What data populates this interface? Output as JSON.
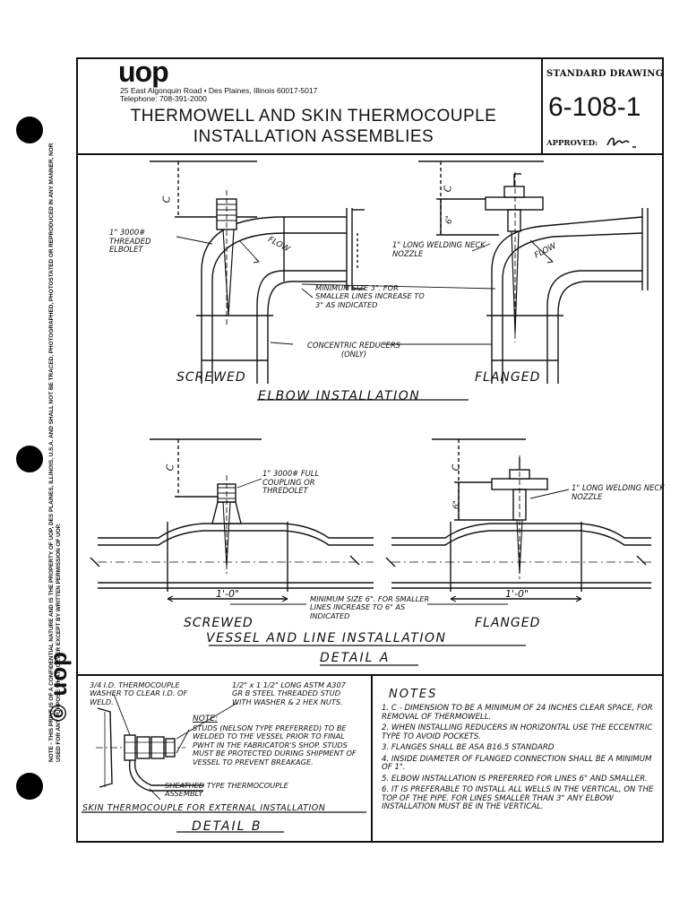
{
  "header": {
    "logo": "uop",
    "address": "25 East Algonquin Road • Des Plaines, Illinois 60017-5017",
    "telephone": "Telephone: 708-391-2000",
    "title_line1": "THERMOWELL AND SKIN THERMOCOUPLE",
    "title_line2": "INSTALLATION ASSEMBLIES",
    "standard_label": "STANDARD DRAWING",
    "drawing_number": "6-108-1",
    "approved_label": "APPROVED:"
  },
  "side_notice": "NOTE - THIS PRINT IS OF A CONFIDENTIAL NATURE AND IS THE PROPERTY OF UOP, DES PLAINES, ILLINOIS, U.S.A. AND SHALL NOT BE TRACED, PHOTOGRAPHED, PHOTOSTATED OR REPRODUCED IN ANY MANNER, NOR USED FOR ANY PURPOSE WHATSOEVER EXCEPT BY WRITTEN PERMISSION OF UOP.",
  "side_logo": "© uop",
  "elbow": {
    "dim_c_left": "C",
    "dim_c_right": "C",
    "dim_6_right": "6\"",
    "label_elbolet": "1\" 3000# THREADED ELBOLET",
    "label_flow_left": "FLOW",
    "label_flow_right": "FLOW",
    "label_welding_neck": "1\" LONG WELDING NECK NOZZLE",
    "label_minimum": "MINIMUM SIZE 3\". FOR SMALLER LINES INCREASE TO 3\" AS INDICATED",
    "label_reducers": "CONCENTRIC REDUCERS (ONLY)",
    "label_screwed": "SCREWED",
    "label_flanged": "FLANGED",
    "section_title": "ELBOW INSTALLATION"
  },
  "vessel": {
    "dim_c_left": "C",
    "dim_c_right": "C",
    "dim_6_right": "6\"",
    "label_coupling": "1\" 3000# FULL COUPLING OR THREDOLET",
    "label_welding_neck": "1\" LONG WELDING NECK NOZZLE",
    "dim_left": "1'-0\"",
    "dim_right": "1'-0\"",
    "label_minimum": "MINIMUM SIZE 6\". FOR SMALLER LINES INCREASE TO 6\" AS INDICATED",
    "label_screwed": "SCREWED",
    "label_flanged": "FLANGED",
    "section_title": "VESSEL AND LINE INSTALLATION",
    "detail_title": "DETAIL A"
  },
  "detail_b": {
    "label_washer": "3/4 I.D. THERMOCOUPLE WASHER TO CLEAR I.D. OF WELD.",
    "label_stud": "1/2\" x 1 1/2\" LONG ASTM A307 GR B STEEL THREADED STUD WITH WASHER & 2 HEX NUTS.",
    "note_head": "NOTE:",
    "note_text": "STUDS (NELSON TYPE PREFERRED) TO BE WELDED TO THE VESSEL PRIOR TO FINAL PWHT IN THE FABRICATOR'S SHOP. STUDS MUST BE PROTECTED DURING SHIPMENT OF VESSEL TO PREVENT BREAKAGE.",
    "label_sheathed": "SHEATHED TYPE THERMOCOUPLE ASSEMBLY",
    "section_title": "SKIN THERMOCOUPLE FOR EXTERNAL INSTALLATION",
    "detail_title": "DETAIL B"
  },
  "notes": {
    "heading": "NOTES",
    "items": [
      "1. C - DIMENSION TO BE A MINIMUM OF 24 INCHES CLEAR SPACE, FOR REMOVAL OF THERMOWELL.",
      "2. WHEN INSTALLING REDUCERS IN HORIZONTAL USE THE ECCENTRIC TYPE TO AVOID POCKETS.",
      "3. FLANGES SHALL BE ASA B16.5 STANDARD",
      "4. INSIDE DIAMETER OF FLANGED CONNECTION SHALL BE A MINIMUM OF 1\".",
      "5. ELBOW INSTALLATION IS PREFERRED FOR LINES 6\" AND SMALLER.",
      "6. IT IS PREFERABLE TO INSTALL ALL WELLS IN THE VERTICAL, ON THE TOP OF THE PIPE. FOR LINES SMALLER THAN 3\" ANY ELBOW INSTALLATION MUST BE IN THE VERTICAL."
    ]
  }
}
